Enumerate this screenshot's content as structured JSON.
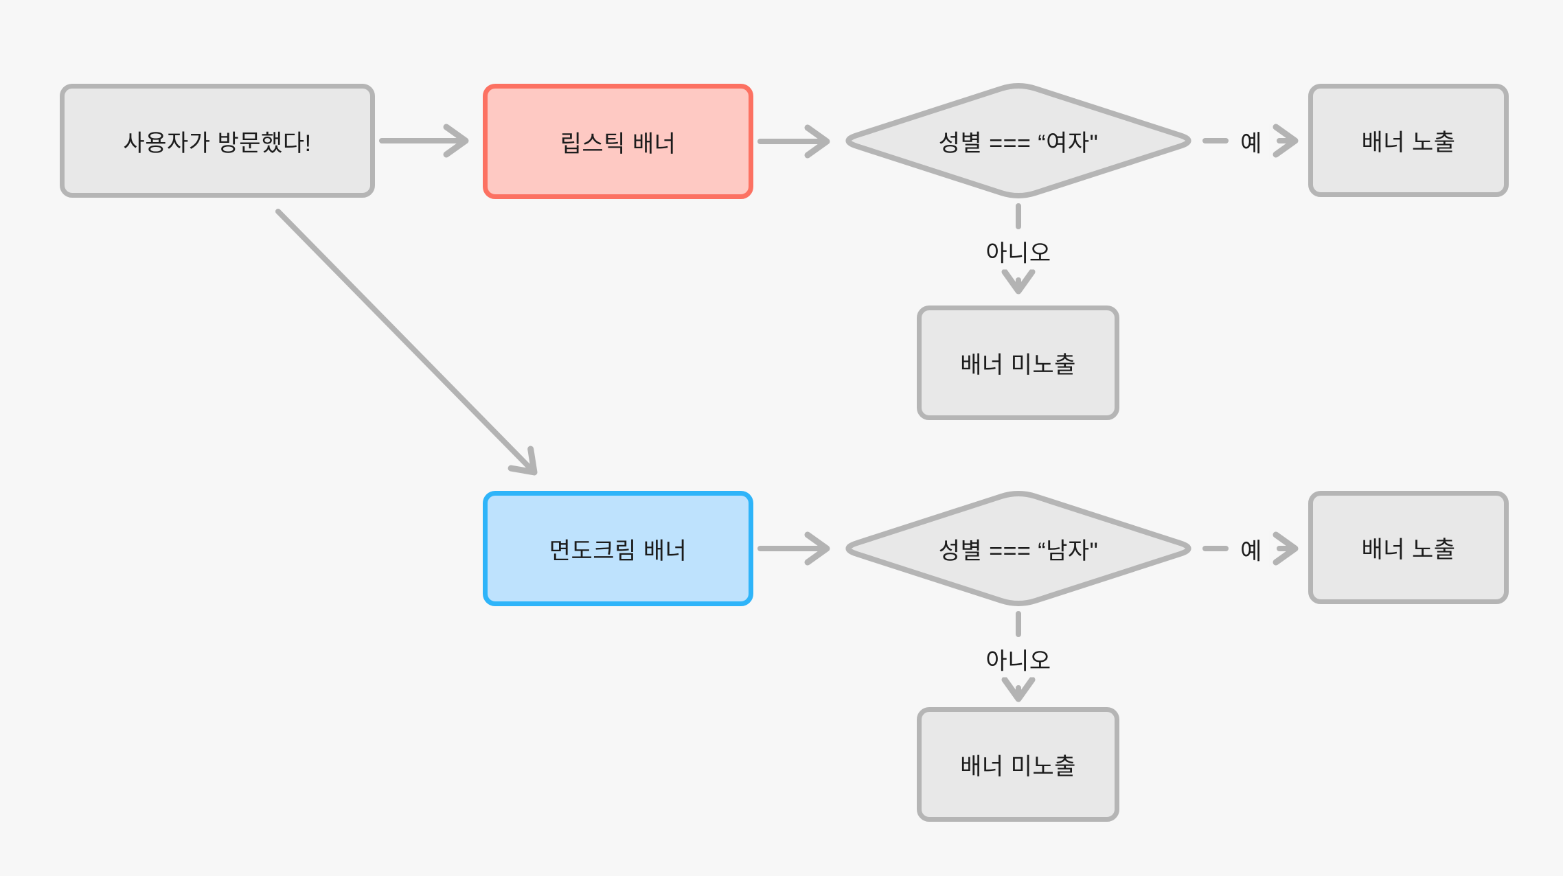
{
  "diagram": {
    "title_hint": "banner-exposure-flowchart",
    "nodes": {
      "start": {
        "label": "사용자가 방문했다!"
      },
      "lipstick": {
        "label": "립스틱 배너"
      },
      "cond_female": {
        "label": "성별 === “여자\""
      },
      "show_top": {
        "label": "배너 노출"
      },
      "hide_top": {
        "label": "배너 미노출"
      },
      "shaving": {
        "label": "면도크림 배너"
      },
      "cond_male": {
        "label": "성별 === “남자\""
      },
      "show_bottom": {
        "label": "배너 노출"
      },
      "hide_bottom": {
        "label": "배너 미노출"
      }
    },
    "edge_labels": {
      "yes_top": "예",
      "no_top": "아니오",
      "yes_bottom": "예",
      "no_bottom": "아니오"
    },
    "colors": {
      "background": "#f7f7f7",
      "edge_gray": "#b3b3b3",
      "node_gray_border": "#b5b5b5",
      "node_gray_fill": "#e8e8e8",
      "lipstick_border": "#fc7162",
      "lipstick_fill": "#fec9c3",
      "shaving_border": "#2eb4f9",
      "shaving_fill": "#bee2fd",
      "text": "#1c1c1c"
    }
  }
}
